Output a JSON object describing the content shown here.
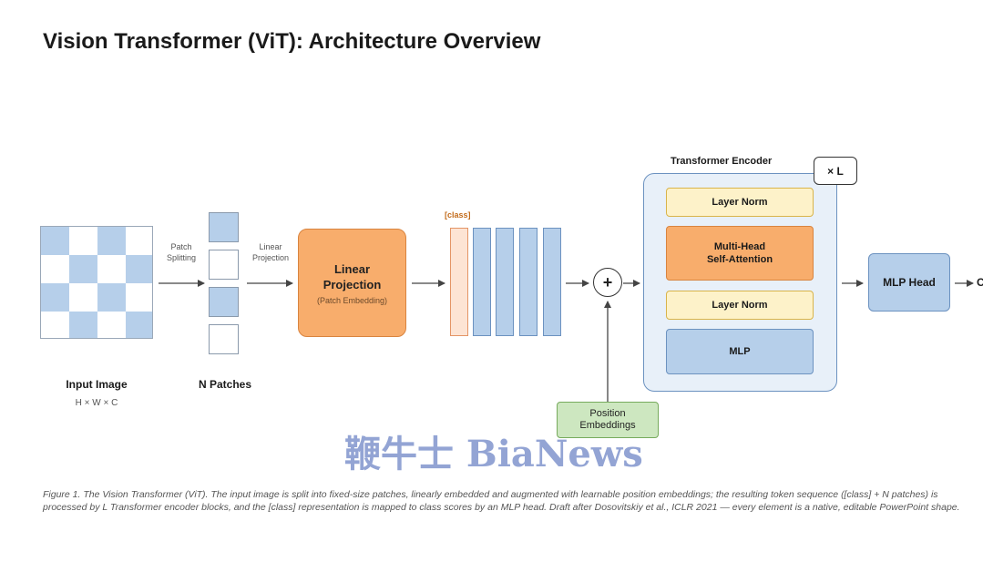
{
  "title": "Vision Transformer (ViT): Architecture Overview",
  "input_image": {
    "label": "Input Image",
    "dims": "H × W × C"
  },
  "patch_splitting": {
    "line1": "Patch",
    "line2": "Splitting"
  },
  "patches": {
    "label": "N Patches"
  },
  "linear_projection_label": {
    "line1": "Linear",
    "line2": "Projection"
  },
  "linear_box": {
    "line1": "Linear",
    "line2": "Projection",
    "sub": "(Patch Embedding)"
  },
  "class_token": {
    "tag": "[class]"
  },
  "position_embeddings": {
    "line1": "Position",
    "line2": "Embeddings"
  },
  "adder": {
    "symbol": "+"
  },
  "encoder": {
    "title": "Transformer Encoder",
    "repeat": "× L",
    "blocks": {
      "layer_norm_1": "Layer Norm",
      "mha_line1": "Multi-Head",
      "mha_line2": "Self-Attention",
      "layer_norm_2": "Layer Norm",
      "mlp": "MLP"
    }
  },
  "mlp_head": {
    "label": "MLP Head"
  },
  "output_partial": "C",
  "watermark": "鞭牛士 BiaNews",
  "caption": "Figure 1.  The Vision Transformer (ViT). The input image is split into fixed-size patches, linearly embedded and augmented with learnable position embeddings; the resulting token sequence ([class] + N patches) is processed by L Transformer encoder blocks, and the [class] representation is mapped to class scores by an MLP head.  Draft after Dosovitskiy et al., ICLR 2021 — every element is a native, editable PowerPoint shape.",
  "colors": {
    "patch_blue": "#b6cfea",
    "orange": "#f8ad6c",
    "layer_norm": "#fdf2c9",
    "position_green": "#cde7c0",
    "encoder_bg": "#e8f0f9"
  }
}
